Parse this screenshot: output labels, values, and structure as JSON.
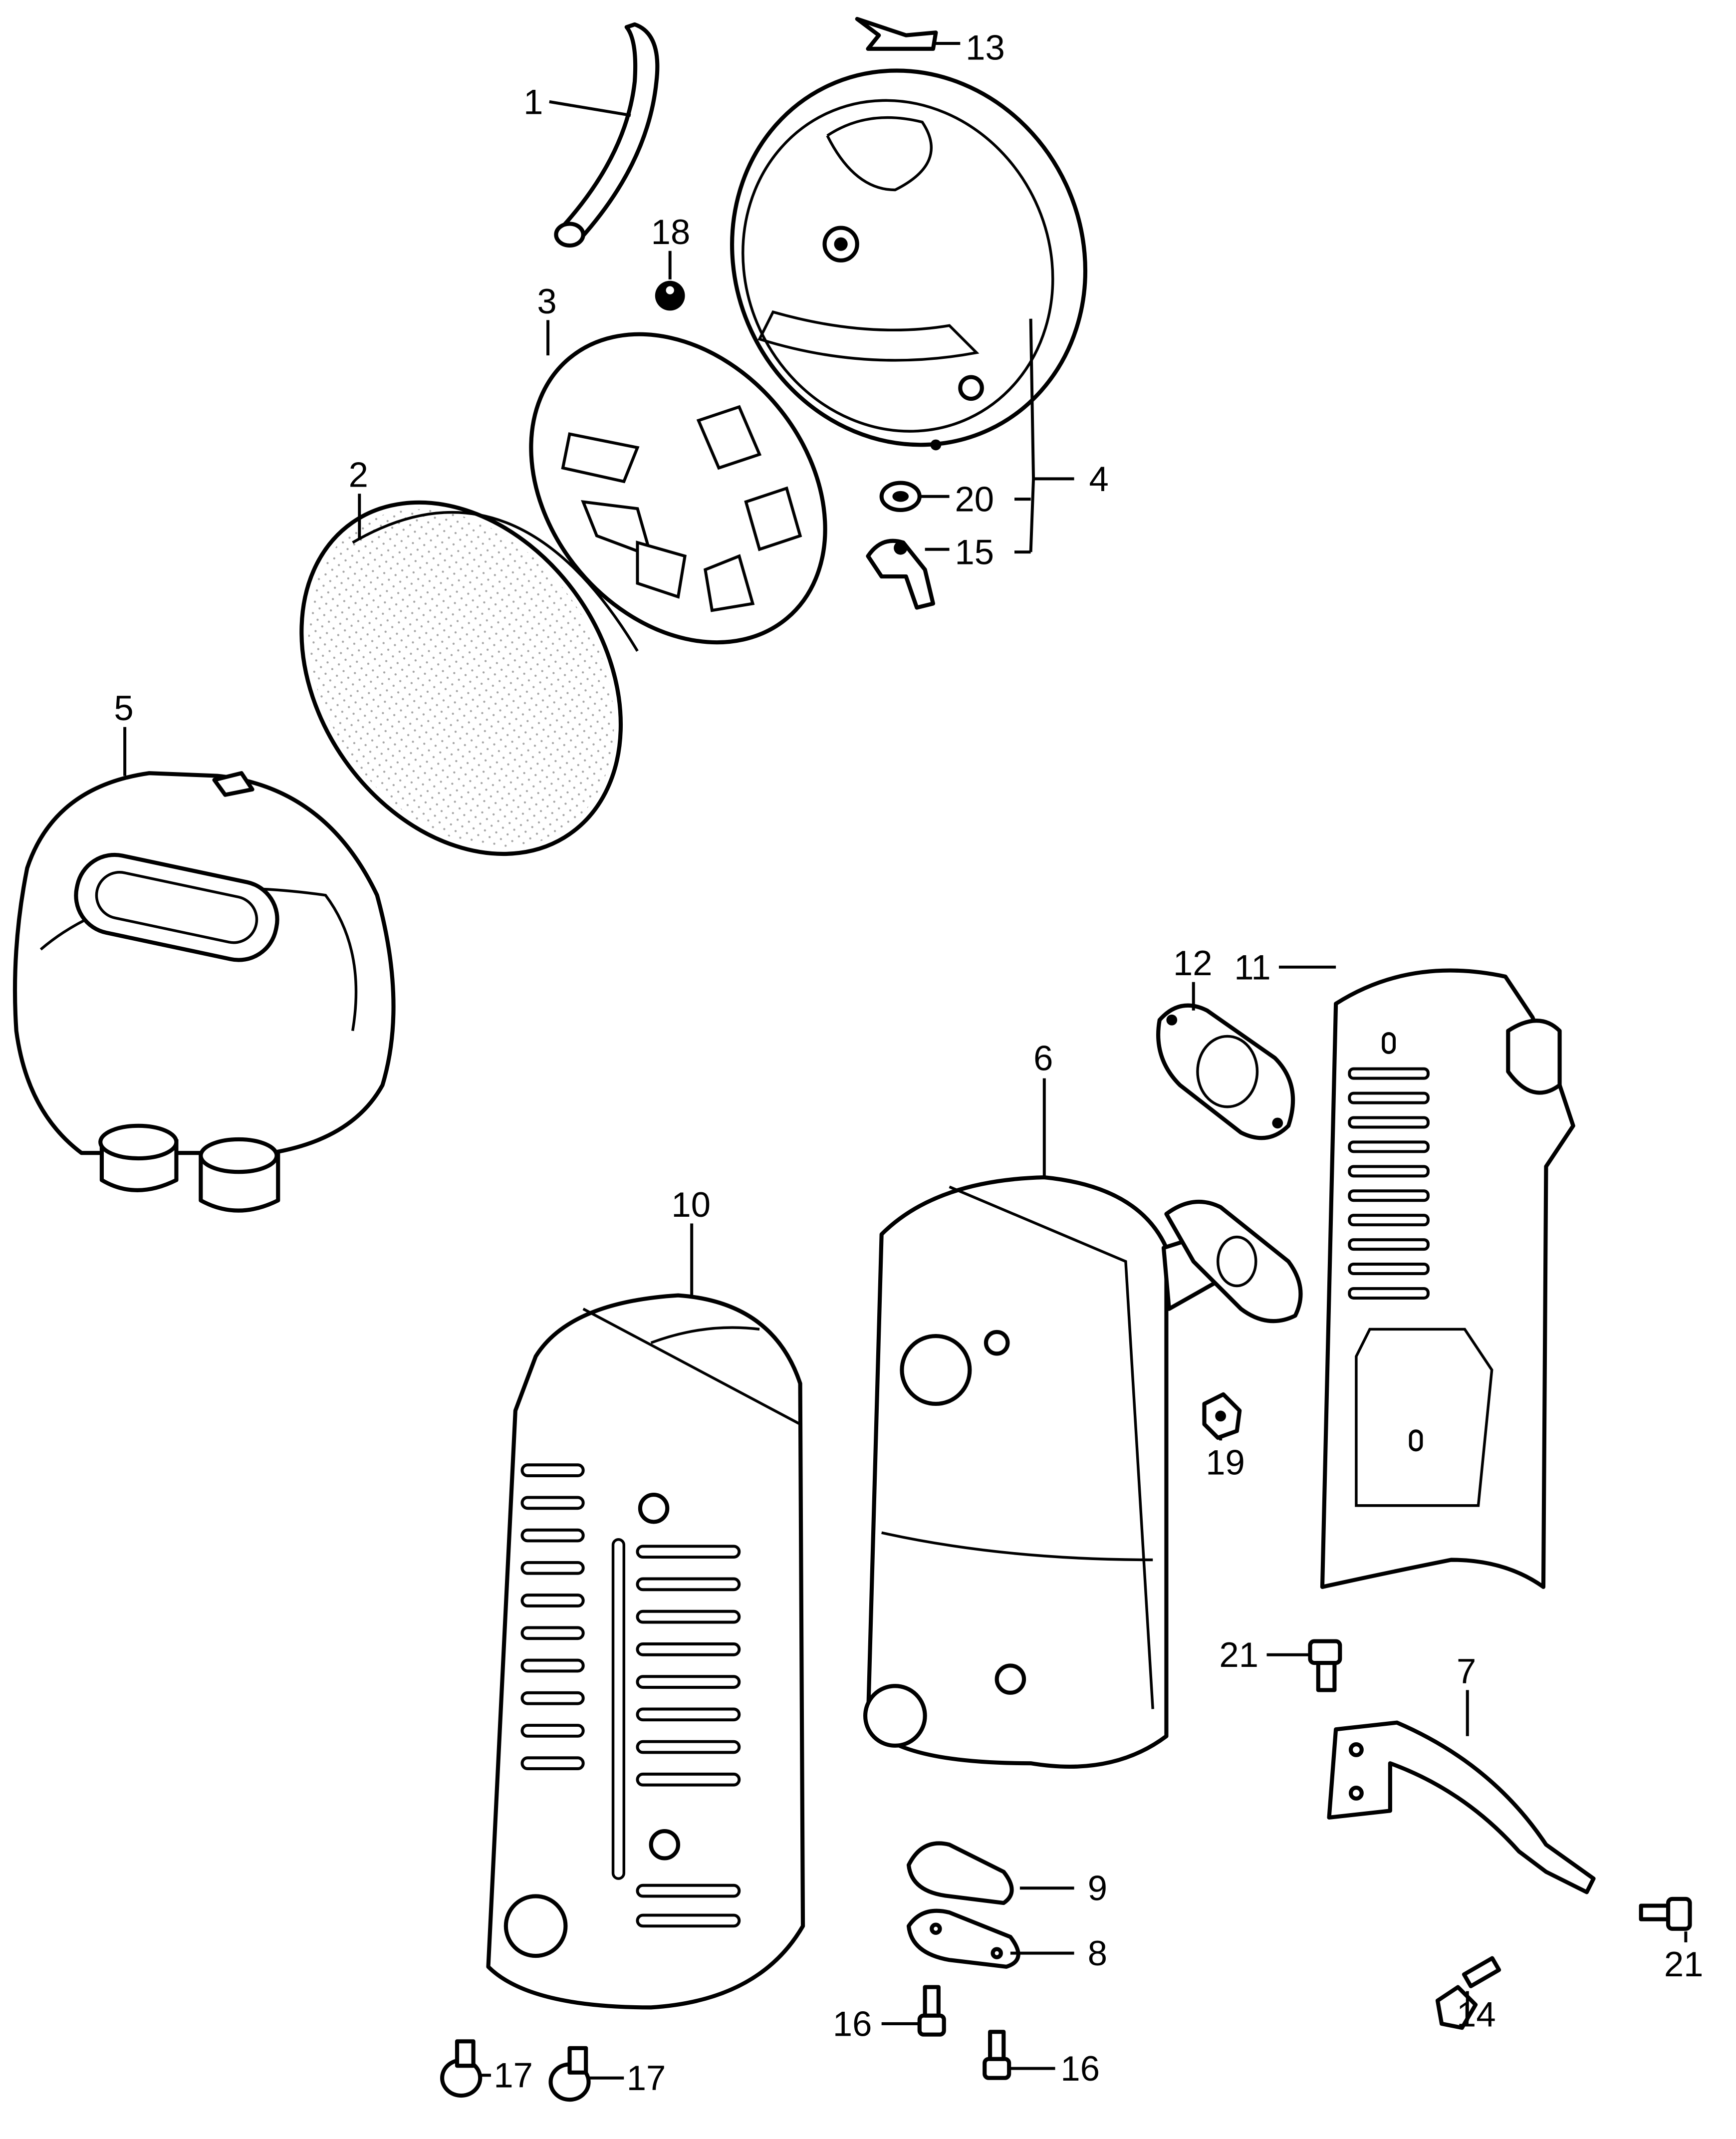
{
  "diagram": {
    "type": "exploded parts diagram",
    "callouts": {
      "c1": "1",
      "c2": "2",
      "c3": "3",
      "c4": "4",
      "c5": "5",
      "c6": "6",
      "c7": "7",
      "c8": "8",
      "c9": "9",
      "c10": "10",
      "c11": "11",
      "c12": "12",
      "c13": "13",
      "c14": "14",
      "c15": "15",
      "c16a": "16",
      "c16b": "16",
      "c17a": "17",
      "c17b": "17",
      "c18": "18",
      "c19": "19",
      "c20": "20",
      "c21a": "21",
      "c21b": "21"
    }
  }
}
